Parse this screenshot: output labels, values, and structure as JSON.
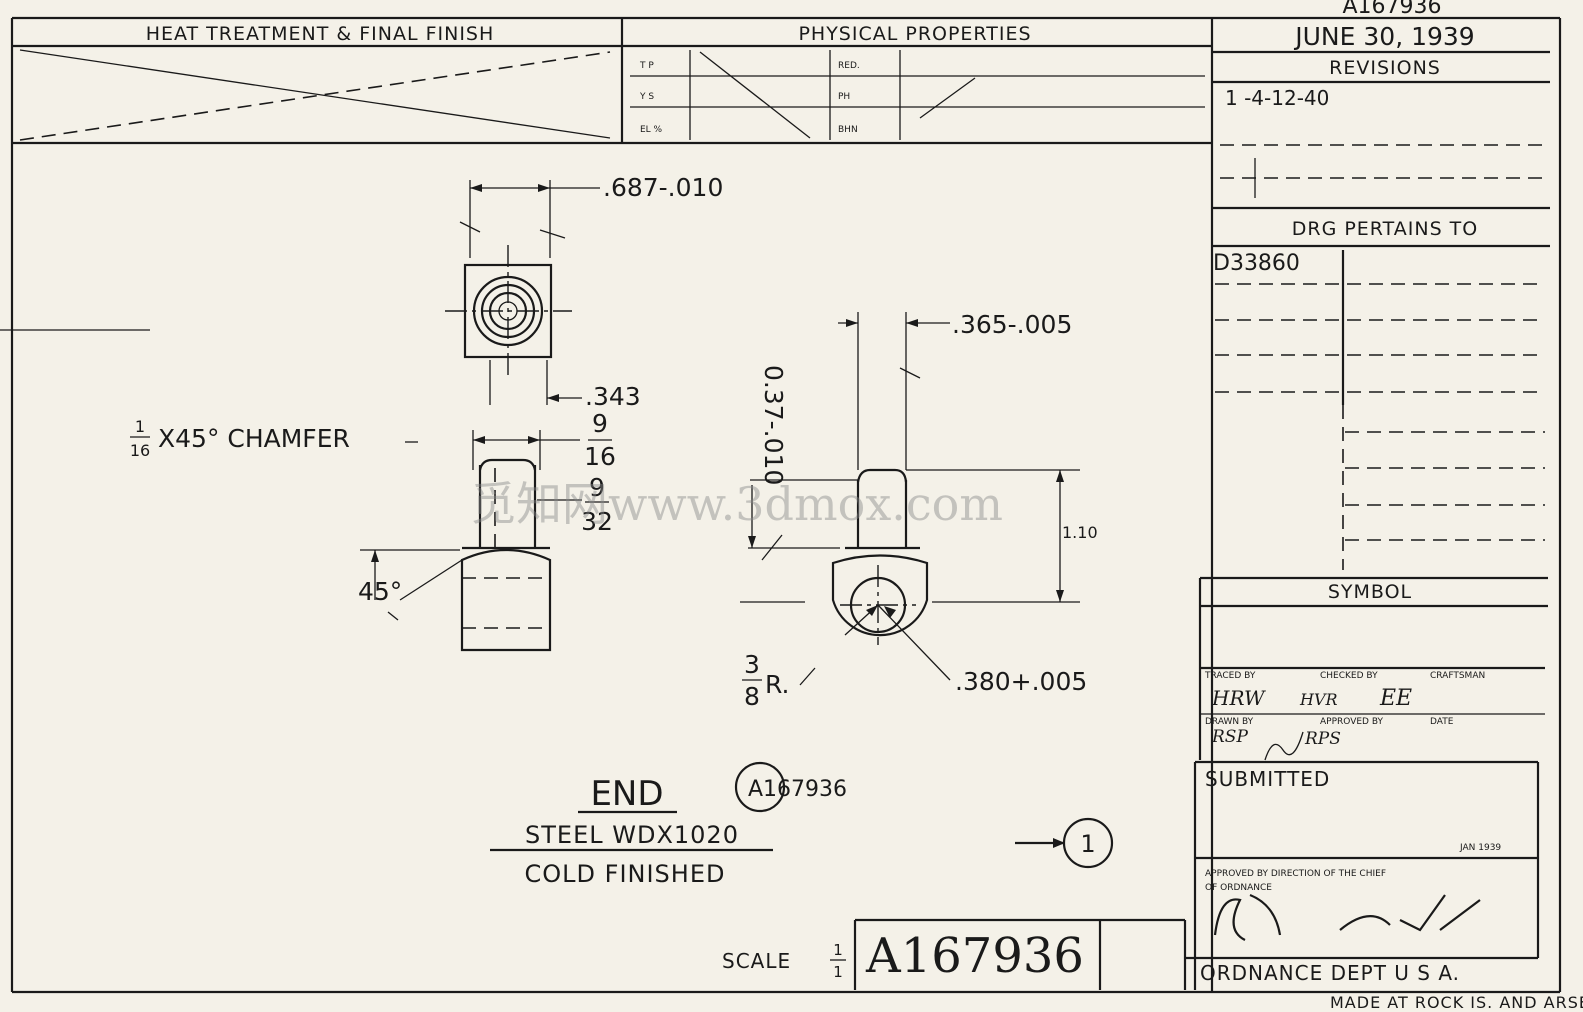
{
  "header": {
    "heat_treatment": "HEAT TREATMENT & FINAL FINISH",
    "physical_properties": "PHYSICAL PROPERTIES",
    "top_number": "A167936",
    "date": "JUNE 30, 1939"
  },
  "phys_table": {
    "col1": [
      "T P",
      "Y S",
      "EL %"
    ],
    "col2": [
      "RED.",
      "PH",
      "BHN"
    ]
  },
  "revisions": {
    "title": "REVISIONS",
    "entry": "1 -4-12-40"
  },
  "pertains": {
    "title": "DRG PERTAINS TO",
    "value": "D33860"
  },
  "symbol": {
    "title": "SYMBOL"
  },
  "signatures": {
    "labels": [
      "TRACED BY",
      "CHECKED BY",
      "CRAFTSMAN",
      "DRAWN BY",
      "APPROVED BY",
      "DATE"
    ],
    "marks": [
      "HRW",
      "HVR",
      "EE",
      "RSP",
      "RPS"
    ]
  },
  "submitted": {
    "label": "SUBMITTED",
    "date": "JAN 1939"
  },
  "approved": {
    "label": "APPROVED BY DIRECTION OF THE CHIEF",
    "label2": "OF ORDNANCE"
  },
  "ordnance": "ORDNANCE DEPT U S A.",
  "made_at": "MADE AT ROCK IS. AND ARSENAL",
  "dimensions": {
    "width_top": ".687-.010",
    "bore_small": ".343",
    "chamfer": "X45° CHAMFER",
    "chamfer_num": "1",
    "chamfer_den": "16",
    "frac_9_16_num": "9",
    "frac_9_16_den": "16",
    "frac_9_32_num": "9",
    "frac_9_32_den": "32",
    "angle": "45°",
    "thickness": ".365-.005",
    "vertical_len": "0.37-.010",
    "height": "1.10",
    "radius_num": "3",
    "radius_den": "8",
    "radius_unit": "R.",
    "hole_dia": ".380+.005"
  },
  "part": {
    "name": "END",
    "material": "STEEL WDX1020",
    "finish": "COLD FINISHED",
    "callout": "A167936",
    "item_number": "1"
  },
  "scale": {
    "label": "SCALE",
    "num": "1",
    "den": "1"
  },
  "drawing_number": "A167936",
  "watermark": "觅知网www.3dmox.com"
}
